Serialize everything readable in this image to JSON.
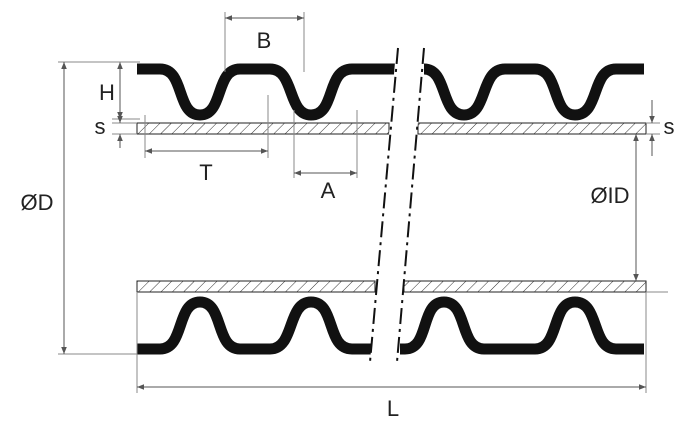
{
  "labels": {
    "B": "B",
    "H": "H",
    "s_left": "s",
    "s_right": "s",
    "T": "T",
    "A": "A",
    "D": "ØD",
    "ID": "ØID",
    "L": "L"
  },
  "colors": {
    "line": "#111111",
    "dimension": "#555555",
    "background": "#ffffff"
  }
}
